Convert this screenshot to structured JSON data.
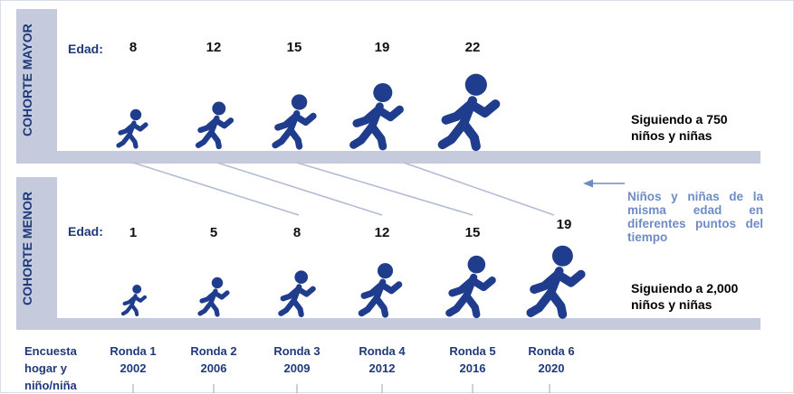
{
  "cohorts": [
    {
      "label": "COHORTE MAYOR",
      "edad_label": "Edad:",
      "ages": [
        "8",
        "12",
        "15",
        "19",
        "22"
      ],
      "following": [
        "Siguiendo a 750",
        "niños y niñas"
      ]
    },
    {
      "label": "COHORTE MENOR",
      "edad_label": "Edad:",
      "ages": [
        "1",
        "5",
        "8",
        "12",
        "15",
        "19"
      ],
      "following": [
        "Siguiendo a 2,000",
        "niños y niñas"
      ]
    }
  ],
  "note": "Niños y niñas de la misma edad en diferentes puntos del tiempo",
  "survey_label": [
    "Encuesta",
    "hogar y",
    "niño/niña"
  ],
  "rounds": [
    {
      "name": "Ronda 1",
      "year": "2002"
    },
    {
      "name": "Ronda 2",
      "year": "2006"
    },
    {
      "name": "Ronda 3",
      "year": "2009"
    },
    {
      "name": "Ronda 4",
      "year": "2012"
    },
    {
      "name": "Ronda 5",
      "year": "2016"
    },
    {
      "name": "Ronda 6",
      "year": "2020"
    }
  ],
  "colors": {
    "figure": "#1f3d8c",
    "band": "#c5cbdd",
    "connector": "#b3bcd6",
    "note": "#6e8cc4",
    "label": "#1f3a7a"
  }
}
